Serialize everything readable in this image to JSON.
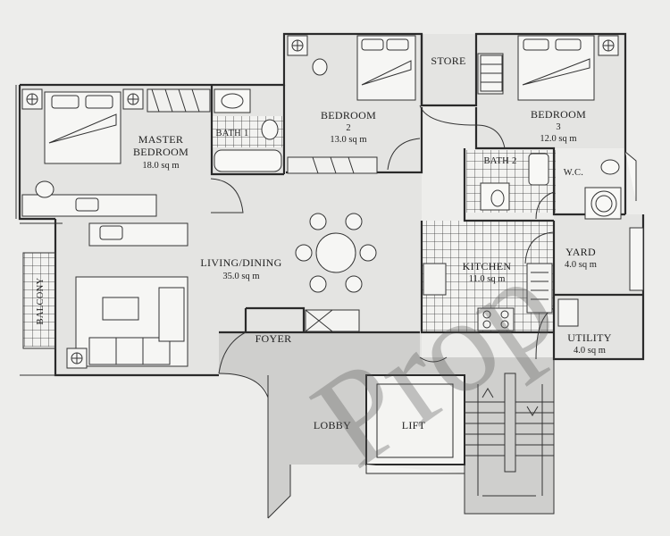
{
  "rooms": {
    "store": {
      "name": "STORE"
    },
    "bedroom2": {
      "name": "BEDROOM",
      "number": "2",
      "area": "13.0 sq m"
    },
    "bedroom3": {
      "name": "BEDROOM",
      "number": "3",
      "area": "12.0 sq m"
    },
    "master": {
      "name_line1": "MASTER",
      "name_line2": "BEDROOM",
      "area": "18.0 sq m"
    },
    "bath1": {
      "name": "BATH 1"
    },
    "bath2": {
      "name": "BATH 2"
    },
    "wc": {
      "name": "W.C."
    },
    "living": {
      "name": "LIVING/DINING",
      "area": "35.0 sq m"
    },
    "kitchen": {
      "name": "KITCHEN",
      "area": "11.0 sq m"
    },
    "yard": {
      "name": "YARD",
      "area": "4.0 sq m"
    },
    "utility": {
      "name": "UTILITY",
      "area": "4.0 sq m"
    },
    "balcony": {
      "name": "BALCONY"
    },
    "foyer": {
      "name": "FOYER"
    },
    "lobby": {
      "name": "LOBBY"
    },
    "lift": {
      "name": "LIFT"
    }
  },
  "watermark": {
    "text": "Prop"
  },
  "colors": {
    "wall": "#2a2a2a",
    "room_fill": "#e4e4e2",
    "lobby_fill": "#cfcfcd",
    "paper": "#ededeb"
  }
}
